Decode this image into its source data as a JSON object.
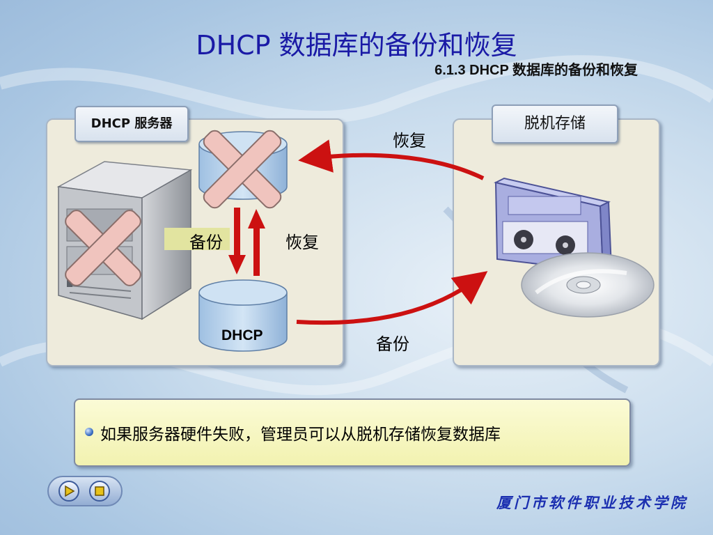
{
  "slide": {
    "title": "DHCP 数据库的备份和恢复",
    "subtitle": "6.1.3   DHCP 数据库的备份和恢复"
  },
  "left_panel": {
    "tab_label": "DHCP 服务器"
  },
  "right_panel": {
    "tab_label": "脱机存储"
  },
  "diagram": {
    "db_label": "DHCP",
    "inner_backup_label": "备份",
    "inner_restore_label": "恢复",
    "outer_restore_label": "恢复",
    "outer_backup_label": "备份"
  },
  "note": {
    "text": "如果服务器硬件失败，管理员可以从脱机存储恢复数据库"
  },
  "footer": {
    "text": "厦门市软件职业技术学院"
  },
  "colors": {
    "arrow": "#cc1111",
    "title": "#1a1aa6",
    "footer": "#1b2fb0"
  },
  "nav": {
    "icons": [
      "play-icon",
      "stop-icon"
    ]
  }
}
